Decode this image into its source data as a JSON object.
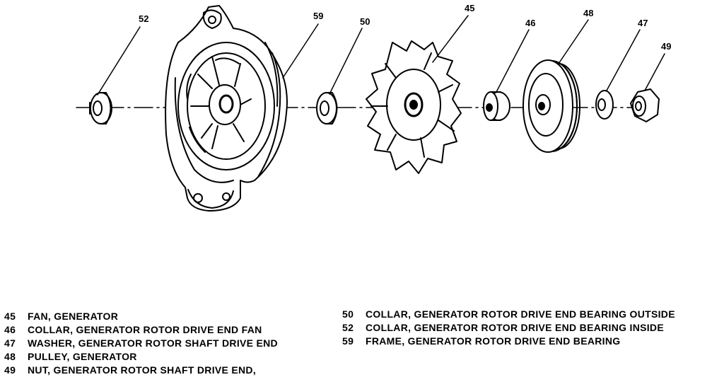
{
  "callouts": {
    "c52": "52",
    "c59": "59",
    "c50": "50",
    "c45": "45",
    "c46": "46",
    "c48": "48",
    "c47": "47",
    "c49": "49"
  },
  "legend_left": [
    {
      "num": "45",
      "text": "FAN, GENERATOR"
    },
    {
      "num": "46",
      "text": "COLLAR, GENERATOR ROTOR DRIVE END FAN"
    },
    {
      "num": "47",
      "text": "WASHER, GENERATOR ROTOR SHAFT DRIVE END"
    },
    {
      "num": "48",
      "text": "PULLEY, GENERATOR"
    },
    {
      "num": "49",
      "text": "NUT, GENERATOR ROTOR SHAFT DRIVE END,"
    }
  ],
  "legend_right": [
    {
      "num": "50",
      "text": "COLLAR, GENERATOR ROTOR DRIVE END BEARING OUTSIDE"
    },
    {
      "num": "52",
      "text": "COLLAR, GENERATOR ROTOR DRIVE END BEARING INSIDE"
    },
    {
      "num": "59",
      "text": "FRAME, GENERATOR ROTOR DRIVE END BEARING"
    }
  ]
}
